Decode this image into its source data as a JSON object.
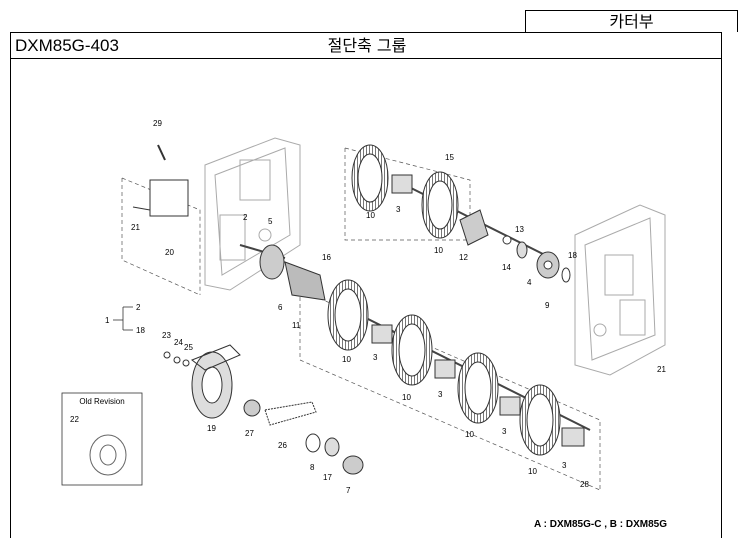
{
  "header": {
    "category": "카터부",
    "model_code": "DXM85G-403",
    "title": "절단축  그룹"
  },
  "footnote": "A : DXM85G-C , B : DXM85G",
  "old_revision_label": "Old Revision",
  "callouts": {
    "c29": "29",
    "c21a": "21",
    "c20": "20",
    "c2a": "2",
    "c5": "5",
    "c6": "6",
    "c16": "16",
    "c11": "11",
    "c15": "15",
    "c10a": "10",
    "c3a": "3",
    "c10b": "10",
    "c12": "12",
    "c13": "13",
    "c14": "14",
    "c18a": "18",
    "c4": "4",
    "c9": "9",
    "c21b": "21",
    "c1": "1",
    "c2b": "2",
    "c18b": "18",
    "c23": "23",
    "c24": "24",
    "c25": "25",
    "c10c": "10",
    "c3b": "3",
    "c10d": "10",
    "c3c": "3",
    "c10e": "10",
    "c3d": "3",
    "c10f": "10",
    "c3e": "3",
    "c28": "28",
    "c19": "19",
    "c27": "27",
    "c26": "26",
    "c8": "8",
    "c17": "17",
    "c7": "7",
    "c22": "22"
  }
}
